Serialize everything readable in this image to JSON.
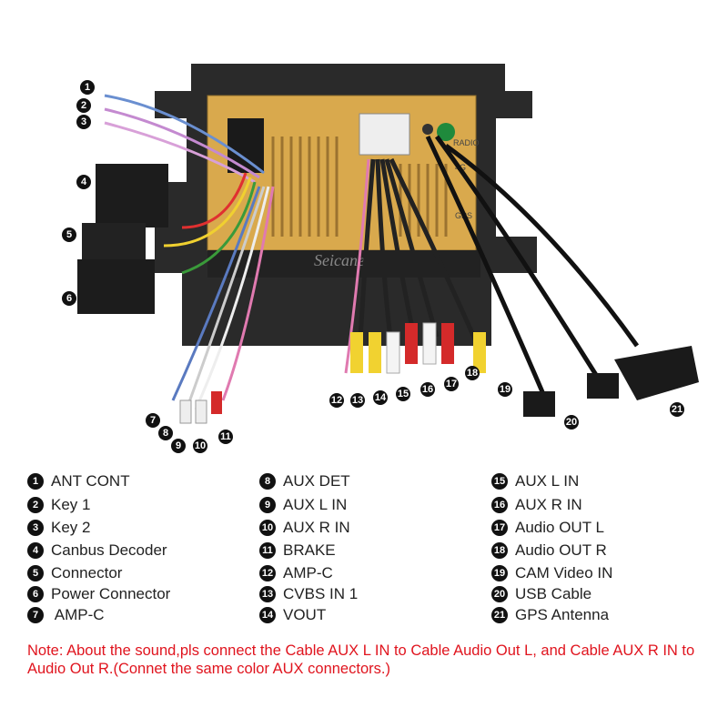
{
  "brand": "Seicane",
  "unit_labels": {
    "radio": "RADIO",
    "gps": "GPS",
    "num4g": "4G"
  },
  "items": [
    {
      "num": "1",
      "label": "ANT CONT"
    },
    {
      "num": "2",
      "label": "Key 1"
    },
    {
      "num": "3",
      "label": "Key 2"
    },
    {
      "num": "4",
      "label": "Canbus Decoder"
    },
    {
      "num": "5",
      "label": "Connector"
    },
    {
      "num": "6",
      "label": "Power Connector"
    },
    {
      "num": "7",
      "label": " AMP-C"
    },
    {
      "num": "8",
      "label": "AUX DET"
    },
    {
      "num": "9",
      "label": "AUX L IN"
    },
    {
      "num": "10",
      "label": "AUX R IN"
    },
    {
      "num": "11",
      "label": "BRAKE"
    },
    {
      "num": "12",
      "label": "AMP-C"
    },
    {
      "num": "13",
      "label": "CVBS IN 1"
    },
    {
      "num": "14",
      "label": "VOUT"
    },
    {
      "num": "15",
      "label": "AUX L IN"
    },
    {
      "num": "16",
      "label": "AUX R IN"
    },
    {
      "num": "17",
      "label": "Audio OUT L"
    },
    {
      "num": "18",
      "label": "Audio OUT R"
    },
    {
      "num": "19",
      "label": "CAM Video IN"
    },
    {
      "num": "20",
      "label": "USB Cable"
    },
    {
      "num": "21",
      "label": "GPS Antenna"
    }
  ],
  "note": "Note: About the sound,pls connect the Cable AUX L IN to Cable Audio Out L, and Cable AUX R IN to  Audio Out R.(Connet the same color AUX connectors.)"
}
